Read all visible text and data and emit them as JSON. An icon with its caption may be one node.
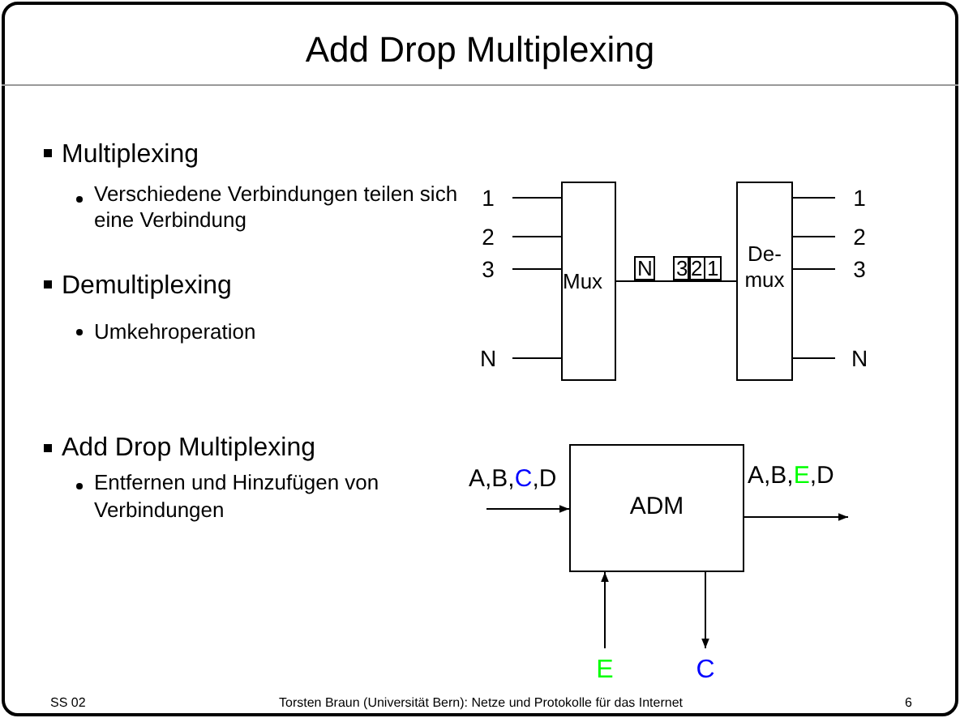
{
  "diagram": {
    "title": "Add Drop Multiplexing",
    "nodes": [
      {
        "text": [
          "Mux"
        ]
      },
      {
        "text": [
          "De- mux"
        ]
      },
      {
        "text": [
          "1"
        ]
      },
      {
        "text": [
          "2"
        ]
      },
      {
        "text": [
          "3"
        ]
      },
      {
        "text": [
          "N"
        ]
      },
      {
        "text": [
          "1"
        ]
      },
      {
        "text": [
          "2"
        ]
      },
      {
        "text": [
          "3"
        ]
      },
      {
        "text": [
          "N"
        ]
      },
      {
        "text": [
          "ADM"
        ]
      },
      {
        "text": [
          "E"
        ]
      },
      {
        "text": [
          "C"
        ]
      }
    ],
    "edges": [
      {
        "from": 2,
        "to": 0,
        "arrow": "none"
      },
      {
        "from": 3,
        "to": 0,
        "arrow": "none"
      },
      {
        "from": 4,
        "to": 0,
        "arrow": "none"
      },
      {
        "from": 5,
        "to": 0,
        "arrow": "none"
      },
      {
        "from": 0,
        "to": 1,
        "arrow": "none"
      },
      {
        "from": 1,
        "to": 6,
        "arrow": "none"
      },
      {
        "from": 1,
        "to": 7,
        "arrow": "none"
      },
      {
        "from": 1,
        "to": 8,
        "arrow": "none"
      },
      {
        "from": 1,
        "to": 9,
        "arrow": "none"
      },
      {
        "from": null,
        "to": 10,
        "arrow": "to",
        "label": "A,B,*C*,D"
      },
      {
        "from": 10,
        "to": null,
        "arrow": "to",
        "label": "A,B,*E*,D"
      },
      {
        "from": 11,
        "to": 10,
        "arrow": "to"
      },
      {
        "from": 10,
        "to": 12,
        "arrow": "to"
      }
    ],
    "labels": [
      "Multiplexing",
      "Verschiedene Verbindungen teilen sich eine Verbindung",
      "Demultiplexing",
      "Umkehroperation",
      "N",
      "3",
      "2",
      "1",
      "Add Drop Multiplexing",
      "Entfernen und Hinzufügen von Verbindungen",
      "SS 02",
      "Torsten Braun (Universität Bern): Netze und Protokolle für das Internet",
      "6"
    ]
  }
}
